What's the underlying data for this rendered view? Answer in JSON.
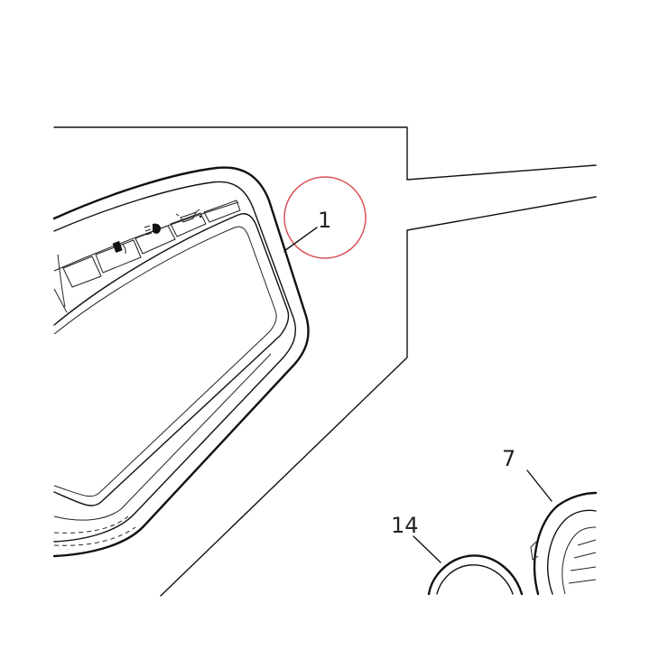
{
  "callouts": {
    "part_1": "1",
    "part_7": "7",
    "part_14": "14"
  },
  "highlight_color": "#d9545a",
  "icons": [
    "fuel-icon",
    "headlight-icon",
    "oil-pressure-icon"
  ]
}
